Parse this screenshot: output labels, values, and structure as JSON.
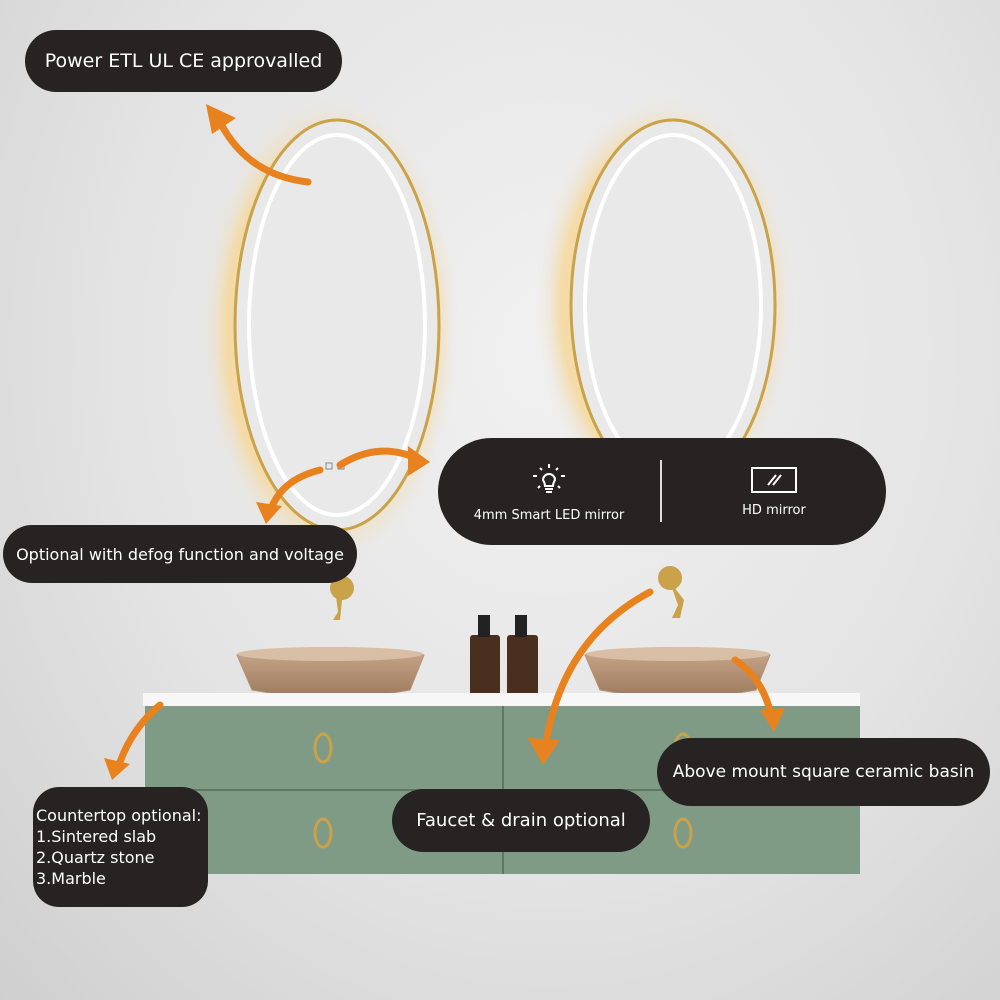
{
  "labels": {
    "power": "Power ETL  UL CE approvalled",
    "defog": "Optional with defog function and voltage",
    "basin": "Above mount square ceramic basin",
    "faucet": "Faucet & drain optional"
  },
  "features": [
    {
      "icon": "lightbulb-icon",
      "label": "4mm Smart LED mirror"
    },
    {
      "icon": "hd-mirror-icon",
      "label": "HD mirror"
    }
  ],
  "countertop": {
    "title": "Countertop optional:",
    "options": [
      "1.Sintered slab",
      "2.Quartz stone",
      "3.Marble"
    ]
  },
  "colors": {
    "arrow": "#e8821f",
    "cabinet": "#7f9b86",
    "label_bg": "#262322",
    "gold": "#c9a24a"
  }
}
